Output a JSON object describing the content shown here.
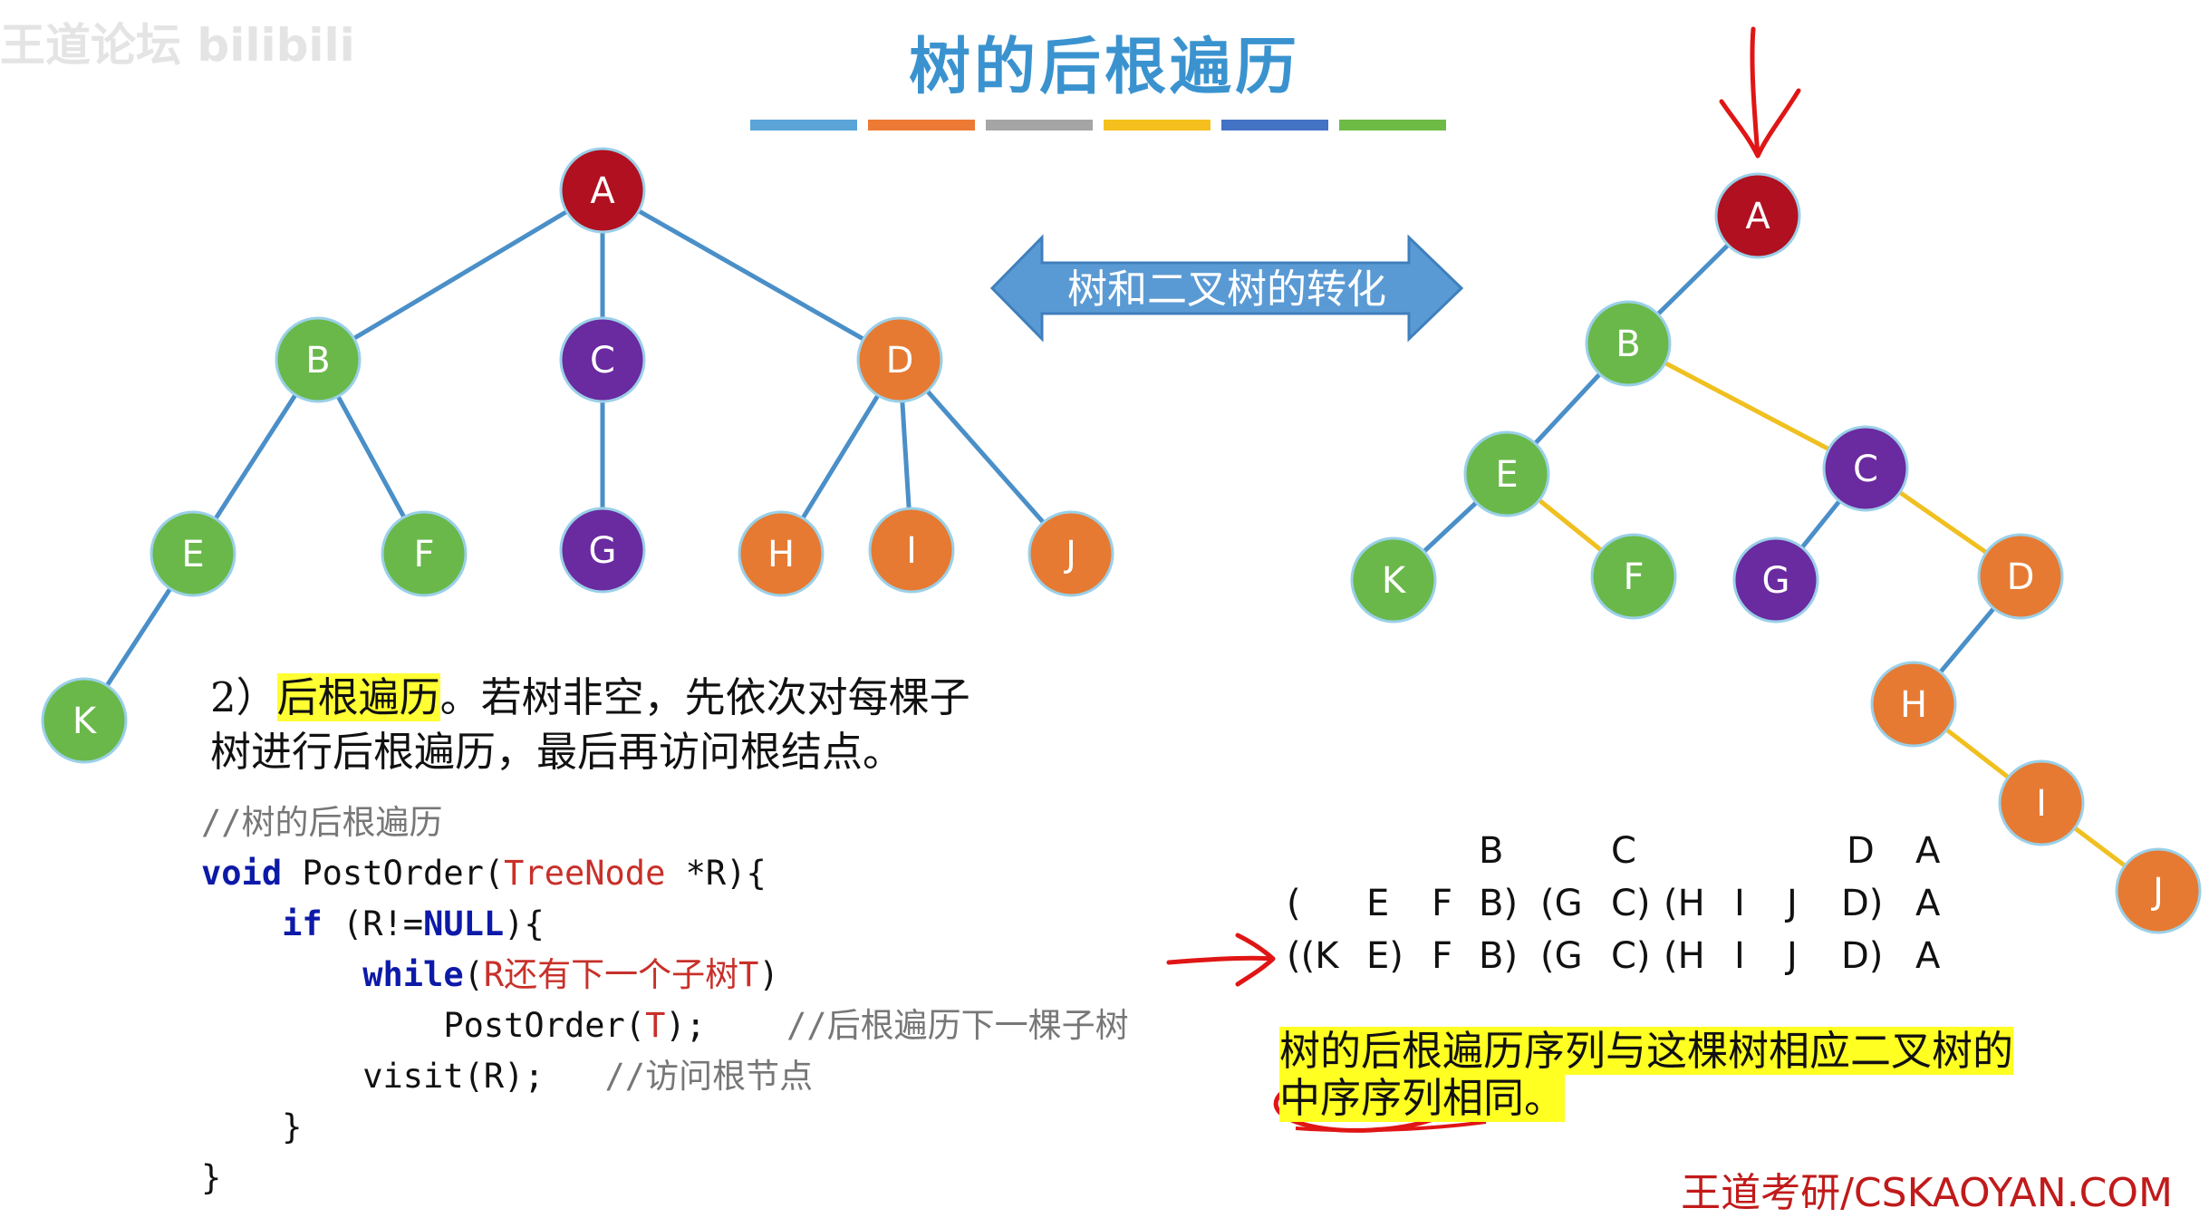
{
  "watermark": "王道论坛 bilibili",
  "title": "树的后根遍历",
  "title_bar_colors": [
    "#5aa4d8",
    "#ec7a34",
    "#a5a5a5",
    "#f5c01e",
    "#4472c4",
    "#6dbb45"
  ],
  "arrow_label": "树和二叉树的转化",
  "left_tree": {
    "nodes": [
      {
        "id": "A",
        "label": "A",
        "color": "#b01020"
      },
      {
        "id": "B",
        "label": "B",
        "color": "#6ab84a"
      },
      {
        "id": "C",
        "label": "C",
        "color": "#6a2aa0"
      },
      {
        "id": "D",
        "label": "D",
        "color": "#e67a32"
      },
      {
        "id": "E",
        "label": "E",
        "color": "#6ab84a"
      },
      {
        "id": "F",
        "label": "F",
        "color": "#6ab84a"
      },
      {
        "id": "G",
        "label": "G",
        "color": "#6a2aa0"
      },
      {
        "id": "H",
        "label": "H",
        "color": "#e67a32"
      },
      {
        "id": "I",
        "label": "I",
        "color": "#e67a32"
      },
      {
        "id": "J",
        "label": "J",
        "color": "#e67a32"
      },
      {
        "id": "K",
        "label": "K",
        "color": "#6ab84a"
      }
    ],
    "edges": [
      [
        "A",
        "B"
      ],
      [
        "A",
        "C"
      ],
      [
        "A",
        "D"
      ],
      [
        "B",
        "E"
      ],
      [
        "B",
        "F"
      ],
      [
        "C",
        "G"
      ],
      [
        "D",
        "H"
      ],
      [
        "D",
        "I"
      ],
      [
        "D",
        "J"
      ],
      [
        "E",
        "K"
      ]
    ],
    "edge_color": "#4a8fc8"
  },
  "right_tree": {
    "nodes": [
      {
        "id": "A",
        "label": "A",
        "color": "#b01020"
      },
      {
        "id": "B",
        "label": "B",
        "color": "#6ab84a"
      },
      {
        "id": "E",
        "label": "E",
        "color": "#6ab84a"
      },
      {
        "id": "C",
        "label": "C",
        "color": "#6a2aa0"
      },
      {
        "id": "K",
        "label": "K",
        "color": "#6ab84a"
      },
      {
        "id": "F",
        "label": "F",
        "color": "#6ab84a"
      },
      {
        "id": "G",
        "label": "G",
        "color": "#6a2aa0"
      },
      {
        "id": "D",
        "label": "D",
        "color": "#e67a32"
      },
      {
        "id": "H",
        "label": "H",
        "color": "#e67a32"
      },
      {
        "id": "I",
        "label": "I",
        "color": "#e67a32"
      },
      {
        "id": "J",
        "label": "J",
        "color": "#e67a32"
      }
    ],
    "edges": [
      {
        "from": "A",
        "to": "B",
        "kind": "child"
      },
      {
        "from": "B",
        "to": "E",
        "kind": "child"
      },
      {
        "from": "B",
        "to": "C",
        "kind": "sibling"
      },
      {
        "from": "E",
        "to": "K",
        "kind": "child"
      },
      {
        "from": "E",
        "to": "F",
        "kind": "sibling"
      },
      {
        "from": "C",
        "to": "G",
        "kind": "child"
      },
      {
        "from": "C",
        "to": "D",
        "kind": "sibling"
      },
      {
        "from": "D",
        "to": "H",
        "kind": "child"
      },
      {
        "from": "H",
        "to": "I",
        "kind": "sibling"
      },
      {
        "from": "I",
        "to": "J",
        "kind": "sibling"
      }
    ],
    "child_color": "#4a8fc8",
    "sibling_color": "#f0c020"
  },
  "description": {
    "prefix": "2）",
    "highlight": "后根遍历",
    "line1_rest": "。若树非空，先依次对每棵子",
    "line2": "树进行后根遍历，最后再访问根结点。"
  },
  "code": {
    "comment_title": "//树的后根遍历",
    "l1_kw": "void",
    "l1_a": " PostOrder(",
    "l1_type": "TreeNode",
    "l1_b": " *R){",
    "l2_kw": "if",
    "l2_a": " (R!=",
    "l2_null": "NULL",
    "l2_b": "){",
    "l3_kw": "while",
    "l3_a": "(",
    "l3_cond": "R还有下一个子树T",
    "l3_b": ")",
    "l4_a": "PostOrder(",
    "l4_t": "T",
    "l4_b": ");",
    "l4_cm": "//后根遍历下一棵子树",
    "l5_a": "visit(R);",
    "l5_cm": "//访问根节点",
    "l6": "}",
    "l7": "}"
  },
  "sequence": {
    "row1": [
      "B",
      "C",
      "D",
      "A"
    ],
    "row2": [
      "(",
      "E",
      "F",
      "B)",
      "(G",
      "C)",
      "(H",
      "I",
      "J",
      "D)",
      "A"
    ],
    "row3": [
      "((K",
      "E)",
      "F",
      "B)",
      "(G",
      "C)",
      "(H",
      "I",
      "J",
      "D)",
      "A"
    ]
  },
  "conclusion": {
    "line1": "树的后根遍历序列与这棵树相应二叉树的",
    "line2_circled": "中序序列",
    "line2_rest": "相同。"
  },
  "footer": "王道考研/CSKAOYAN.COM",
  "annotation_color": "#e01515"
}
